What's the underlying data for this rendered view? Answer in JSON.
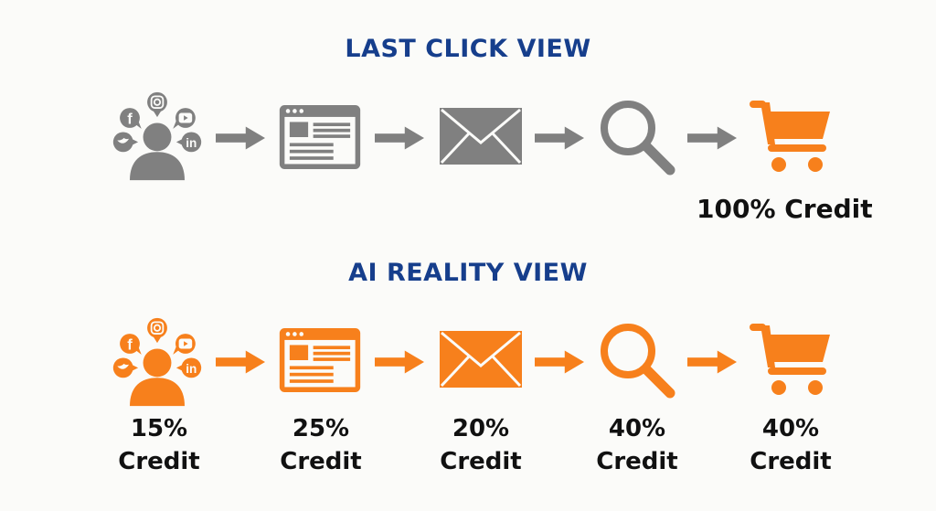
{
  "colors": {
    "gray": "#808080",
    "orange": "#f7801c",
    "title_blue": "#163e8c",
    "text": "#111111",
    "background": "#fbfbf9"
  },
  "last_click": {
    "title": "LAST CLICK VIEW",
    "steps": [
      {
        "icon": "social-media-user-icon",
        "color": "gray"
      },
      {
        "icon": "browser-webpage-icon",
        "color": "gray"
      },
      {
        "icon": "email-envelope-icon",
        "color": "gray"
      },
      {
        "icon": "search-magnifier-icon",
        "color": "gray"
      },
      {
        "icon": "shopping-cart-icon",
        "color": "orange"
      }
    ],
    "credit": "100% Credit"
  },
  "ai_reality": {
    "title": "AI REALITY VIEW",
    "steps": [
      {
        "icon": "social-media-user-icon",
        "percent": "15%",
        "label": "Credit"
      },
      {
        "icon": "browser-webpage-icon",
        "percent": "25%",
        "label": "Credit"
      },
      {
        "icon": "email-envelope-icon",
        "percent": "20%",
        "label": "Credit"
      },
      {
        "icon": "search-magnifier-icon",
        "percent": "40%",
        "label": "Credit"
      },
      {
        "icon": "shopping-cart-icon",
        "percent": "40%",
        "label": "Credit"
      }
    ]
  },
  "social_glyphs": {
    "facebook": "f",
    "linkedin": "in"
  }
}
